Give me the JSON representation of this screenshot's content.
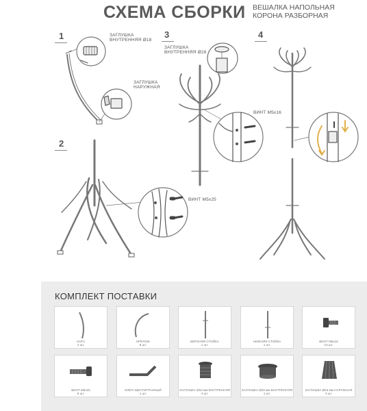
{
  "header": {
    "title": "СХЕМА СБОРКИ",
    "subtitle_line1": "ВЕШАЛКА НАПОЛЬНАЯ",
    "subtitle_line2": "КОРОНА РАЗБОРНАЯ"
  },
  "steps": {
    "s1": {
      "number": "1",
      "cap_inner_l1": "ЗАГЛУШКА",
      "cap_inner_l2": "ВНУТРЕННЯЯ Ø18",
      "cap_outer_l1": "ЗАГЛУШКА",
      "cap_outer_l2": "НАРУЖНАЯ"
    },
    "s2": {
      "number": "2",
      "screw": "ВИНТ М5х25"
    },
    "s3": {
      "number": "3",
      "cap_l1": "ЗАГЛУШКА",
      "cap_l2": "ВНУТРЕННЯЯ Ø28",
      "screw": "ВИНТ М5х16"
    },
    "s4": {
      "number": "4"
    }
  },
  "kit": {
    "title": "КОМПЛЕКТ ПОСТАВКИ",
    "items": [
      {
        "name": "НОГА",
        "qty": "4 шт."
      },
      {
        "name": "КРЮЧОК",
        "qty": "8 шт."
      },
      {
        "name": "ВЕРХНЯЯ СТОЙКА",
        "qty": "1 шт."
      },
      {
        "name": "НИЖНЯЯ СТОЙКА",
        "qty": "1 шт."
      },
      {
        "name": "ВИНТ М5х16",
        "qty": "10 шт."
      },
      {
        "name": "ВИНТ М5х25",
        "qty": "8 шт."
      },
      {
        "name": "КЛЮЧ ШЕСТИГРАННЫЙ",
        "qty": "1 шт."
      },
      {
        "name": "ЗАГЛУШКА Ø18 мм ВНУТРЕННЯЯ",
        "qty": "4 шт."
      },
      {
        "name": "ЗАГЛУШКА Ø28 мм ВНУТРЕННЯЯ",
        "qty": "1 шт."
      },
      {
        "name": "ЗАГЛУШКА Ø18 мм НАРУЖНАЯ",
        "qty": "4 шт."
      }
    ]
  }
}
